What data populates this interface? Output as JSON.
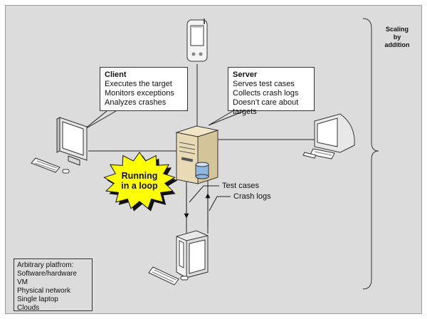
{
  "client": {
    "title": "Client",
    "lines": [
      "Executes the target",
      "Monitors exceptions",
      "Analyzes crashes"
    ]
  },
  "server": {
    "title": "Server",
    "lines": [
      "Serves test cases",
      "Collects crash logs",
      "Doesn’t care about",
      "targets"
    ]
  },
  "loop_label": [
    "Running",
    "in a loop"
  ],
  "connections": {
    "test_cases": "Test cases",
    "crash_logs": "Crash logs"
  },
  "scaling": [
    "Scaling",
    "by",
    "addition"
  ],
  "platform": {
    "title": "Arbitrary platfrom:",
    "items": [
      "Software/hardware VM",
      "Physical network",
      "Single laptop",
      "Clouds"
    ]
  },
  "colors": {
    "background": "#dcdcdc",
    "loop_burst": "#ffff00",
    "database": "#8fb8e0"
  },
  "icons": [
    "pda-icon",
    "desktop-computer-icon",
    "imac-icon",
    "server-tower-icon",
    "database-icon",
    "crt-monitor-icon"
  ]
}
